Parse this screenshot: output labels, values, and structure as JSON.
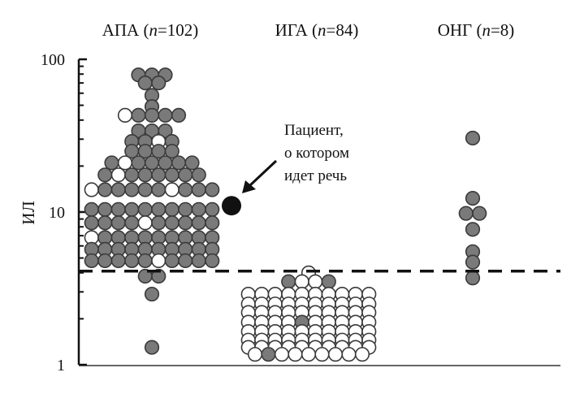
{
  "chart_data": {
    "type": "scatter",
    "title": "",
    "ylabel": "ИЛ",
    "yscale": "log",
    "ylim": [
      1,
      100
    ],
    "yticks": [
      "1",
      "10",
      "100"
    ],
    "grid": false,
    "threshold": 4.1,
    "groups": [
      {
        "name": "АПА",
        "n_label": "n",
        "n_value": "=102",
        "rows": [
          {
            "v": 79,
            "fill": "ggg"
          },
          {
            "v": 70,
            "fill": "gg"
          },
          {
            "v": 58,
            "fill": "g"
          },
          {
            "v": 49,
            "fill": "g"
          },
          {
            "v": 43,
            "fill": "wgggg"
          },
          {
            "v": 34,
            "fill": "ggg"
          },
          {
            "v": 29,
            "fill": "ggwg"
          },
          {
            "v": 25,
            "fill": "gggg"
          },
          {
            "v": 21,
            "fill": "gwggggg"
          },
          {
            "v": 17.5,
            "fill": "gwgggggg"
          },
          {
            "v": 14,
            "fill": "wgggggwggg"
          },
          {
            "v": 10.4,
            "fill": "gggggggggg"
          },
          {
            "v": 8.5,
            "fill": "ggggwggggg"
          },
          {
            "v": 6.8,
            "fill": "wggggggggg"
          },
          {
            "v": 5.7,
            "fill": "gggggggggg"
          },
          {
            "v": 4.8,
            "fill": "gggggwgggg"
          },
          {
            "v": 3.8,
            "fill": "gg"
          },
          {
            "v": 2.9,
            "fill": "g"
          },
          {
            "v": 1.3,
            "fill": "g"
          }
        ]
      },
      {
        "name": "ИГА",
        "n_label": "n",
        "n_value": "=84",
        "rows": [
          {
            "v": 4.0,
            "fill": "w"
          },
          {
            "v": 3.5,
            "fill": "gwwg"
          },
          {
            "v": 2.9,
            "fill": "wwwwwwwwww"
          },
          {
            "v": 2.5,
            "fill": "wwwwwwwwww"
          },
          {
            "v": 2.2,
            "fill": "wwwwwwwwww"
          },
          {
            "v": 1.9,
            "fill": "wwwwgwwwww"
          },
          {
            "v": 1.65,
            "fill": "wwwwwwwwww"
          },
          {
            "v": 1.45,
            "fill": "wwwwwwwwww"
          },
          {
            "v": 1.3,
            "fill": "wwwwwwwwww"
          },
          {
            "v": 1.17,
            "fill": "wgwwwwwww"
          }
        ]
      },
      {
        "name": "ОНГ",
        "n_label": "n",
        "n_value": "=8",
        "rows": [
          {
            "v": 30.5,
            "fill": "g"
          },
          {
            "v": 12.3,
            "fill": "g"
          },
          {
            "v": 9.8,
            "fill": "gg"
          },
          {
            "v": 7.7,
            "fill": "g"
          },
          {
            "v": 5.5,
            "fill": "g"
          },
          {
            "v": 4.7,
            "fill": "g"
          },
          {
            "v": 3.7,
            "fill": "g"
          }
        ]
      }
    ],
    "highlight": {
      "v": 11.0,
      "group_between": [
        "АПА",
        "ИГА"
      ]
    },
    "annotation": [
      "Пациент,",
      "о котором",
      "идет речь"
    ],
    "colors": {
      "grey": "#7a7a7a",
      "white": "#ffffff",
      "edge": "#3a3a3a",
      "highlight": "#111111"
    }
  }
}
